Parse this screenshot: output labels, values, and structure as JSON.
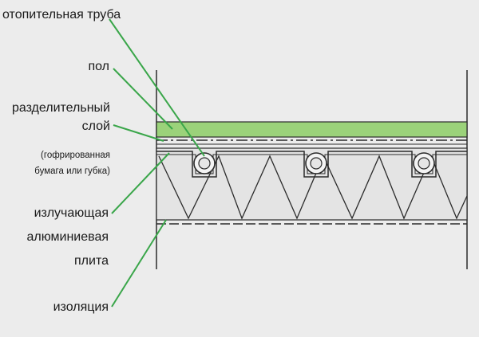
{
  "labels": {
    "pipe": "отопительная труба",
    "floor": "пол",
    "separating_line1": "разделительный",
    "separating_line2": "слой",
    "note_line1": "(гофрированная",
    "note_line2": "бумага или губка)",
    "plate_line1": "излучающая",
    "plate_line2": "алюминиевая",
    "plate_line3": "плита",
    "insulation": "изоляция"
  },
  "colors": {
    "background": "#ececec",
    "floor": "#9bd27a",
    "leader": "#3aa64a",
    "line": "#2b2b2b",
    "insulation": "#e4e4e4"
  }
}
